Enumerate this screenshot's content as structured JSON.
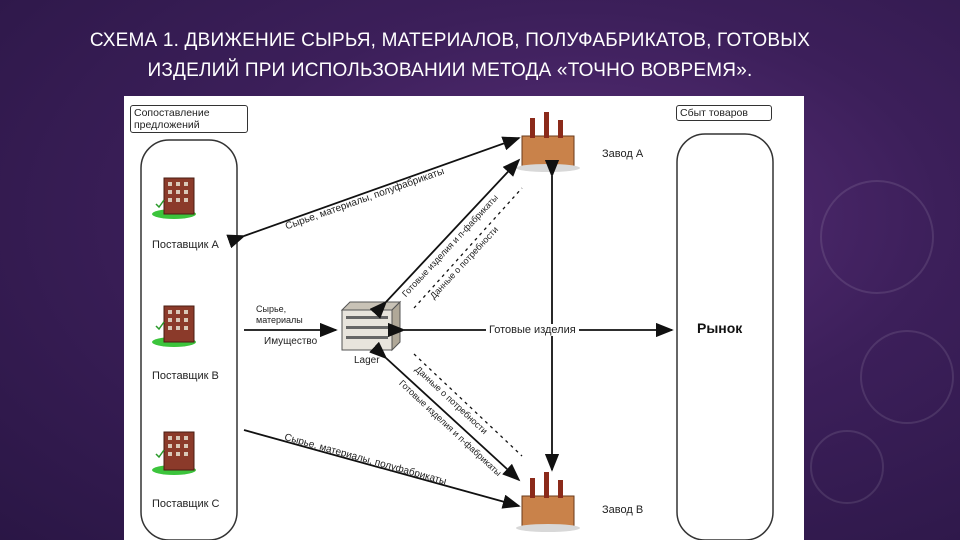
{
  "title": {
    "line1": "СХЕМА 1. ДВИЖЕНИЕ СЫРЬЯ, МАТЕРИАЛОВ, ПОЛУФАБРИКАТОВ, ГОТОВЫХ",
    "line2": "ИЗДЕЛИЙ ПРИ ИСПОЛЬЗОВАНИИ МЕТОДА «ТОЧНО ВОВРЕМЯ»."
  },
  "diagram": {
    "left_box_title": "Сопоставление предложений",
    "right_box_title": "Сбыт товаров",
    "market": "Рынок",
    "suppliers": [
      "Поставщик А",
      "Поставщик В",
      "Поставщик С"
    ],
    "warehouse": "Lager",
    "plants": [
      "Завод А",
      "Завод В"
    ],
    "arrow_labels": {
      "supplier_a_to_plant_a": "Сырье, материалы, полуфабрикаты",
      "supplier_b_to_lager": "Сырье,\nматериалы",
      "property": "Имущество",
      "supplier_c_to_plant_b": "Сырье, материалы, полуфабрикаты",
      "finished_goods": "Готовые изделия",
      "lager_plant_a_1": "Готовые изделия и п-фабрикаты",
      "lager_plant_a_2": "Данные о потребности",
      "lager_plant_b_1": "Данные о потребности",
      "lager_plant_b_2": "Готовые изделия и п-фабрикаты"
    }
  },
  "colors": {
    "background": "#3c1f5a",
    "building": "#8b3a2a",
    "grass": "#3cc43c",
    "factory": "#c9824a"
  }
}
